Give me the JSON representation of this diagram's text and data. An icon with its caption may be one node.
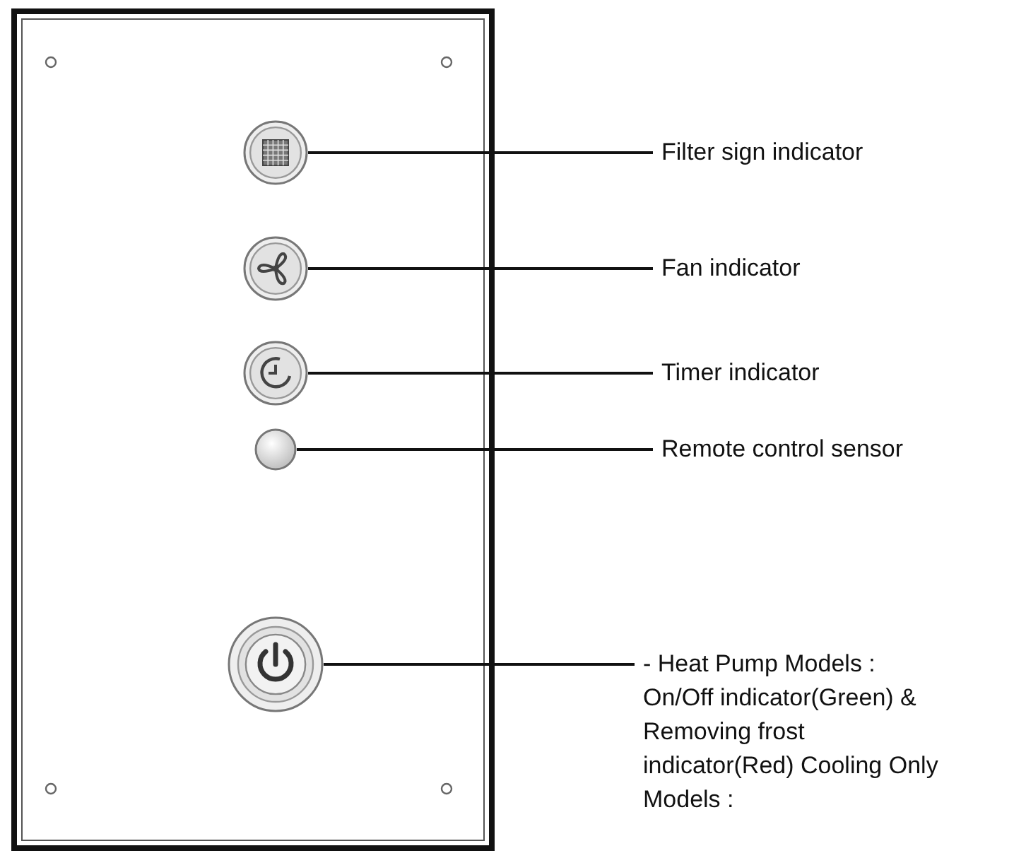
{
  "diagram": {
    "nodes": [
      {
        "text": [],
        "shape": "box"
      },
      {
        "text": [],
        "shape": "circle",
        "in": 0
      },
      {
        "text": [],
        "shape": "circle",
        "in": 0
      },
      {
        "text": [],
        "shape": "circle",
        "in": 0
      },
      {
        "text": [],
        "shape": "circle",
        "in": 0
      },
      {
        "text": [],
        "shape": "circle",
        "in": 0
      },
      {
        "text": [
          "Filter sign indicator"
        ]
      },
      {
        "text": [
          "Fan indicator"
        ]
      },
      {
        "text": [
          "Timer indicator"
        ]
      },
      {
        "text": [
          "Remote control sensor"
        ]
      },
      {
        "text": [
          "- Heat Pump Models : On/Off indicator(Green) & Removing frost indicator(Red) Cooling Only Models :"
        ]
      }
    ],
    "edges": [
      {
        "from": 6,
        "to": 1,
        "arrow": "none"
      },
      {
        "from": 7,
        "to": 2,
        "arrow": "none"
      },
      {
        "from": 8,
        "to": 3,
        "arrow": "none"
      },
      {
        "from": 9,
        "to": 4,
        "arrow": "none"
      },
      {
        "from": 10,
        "to": 5,
        "arrow": "none"
      }
    ]
  }
}
